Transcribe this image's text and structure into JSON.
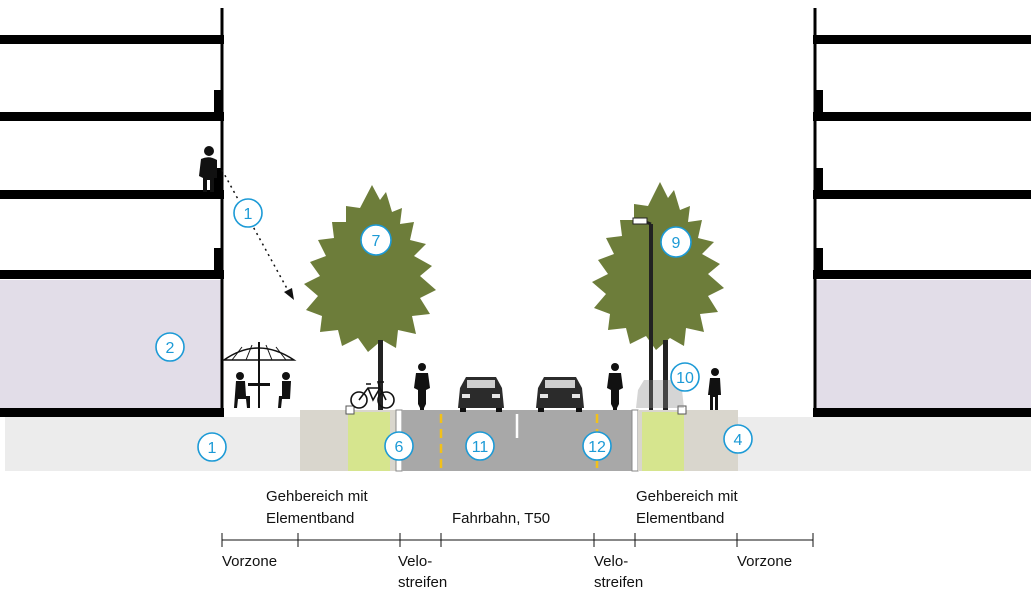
{
  "colors": {
    "building_facade": "#ffffff",
    "ground_floor_use": "#e2dde8",
    "sidewalk": "#ececec",
    "element_band": "#d9d6cd",
    "roadway": "#a8a8a8",
    "tree_grate": "#d6e58e",
    "tree_foliage": "#6d7d3a",
    "lane_marking_yellow": "#f2c11a",
    "badge": "#1c9ad6",
    "floor_slab": "#000000"
  },
  "badges": [
    "1",
    "2",
    "1",
    "4",
    "6",
    "7",
    "9",
    "10",
    "11",
    "12"
  ],
  "zones": {
    "gehbereich_left_line1": "Gehbereich mit",
    "gehbereich_left_line2": "Elementband",
    "fahrbahn": "Fahrbahn, T50",
    "gehbereich_right_line1": "Gehbereich mit",
    "gehbereich_right_line2": "Elementband",
    "vorzone_left": "Vorzone",
    "velo_left_line1": "Velo-",
    "velo_left_line2": "streifen",
    "velo_right_line1": "Velo-",
    "velo_right_line2": "streifen",
    "vorzone_right": "Vorzone"
  },
  "icons": [
    "person-silhouette-icon",
    "cafe-umbrella-icon",
    "parked-bicycle-icon",
    "cyclist-icon",
    "car-icon",
    "street-lamp-icon",
    "pedestrian-icon",
    "tree-icon"
  ]
}
